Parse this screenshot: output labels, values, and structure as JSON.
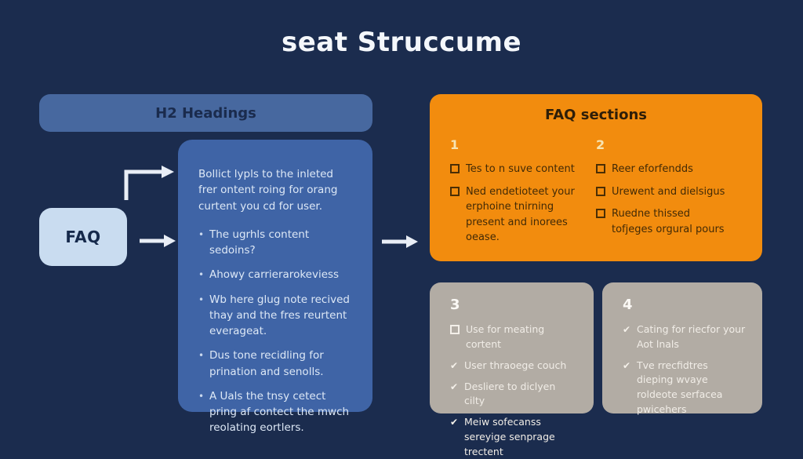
{
  "title": "seat Struccume",
  "colors": {
    "background": "#1b2c4e",
    "pill_blue": "#47689f",
    "box_blue": "#3f64a6",
    "chip_light_blue": "#c9dcf0",
    "orange": "#f28c0e",
    "gray": "#b2aca4",
    "arrow": "#e9eef6"
  },
  "h2_pill": {
    "label": "H2 Headings"
  },
  "faq_chip": {
    "label": "FAQ"
  },
  "blue_box": {
    "intro": "Bollict lypls to the inleted frer ontent roing for orang curtent you cd for user.",
    "bullets": [
      "The ugrhls content sedoins?",
      "Ahowy carrierarokeviess",
      "Wb here glug note recived thay and the fres reurtent everageat.",
      "Dus tone recidling for prination and senolls.",
      "A Uals the tnsy cetect pring af contect the mwch reolating eortlers."
    ]
  },
  "faq_sections": {
    "title": "FAQ sections",
    "columns": [
      {
        "number": "1",
        "items": [
          {
            "text": "Tes to n suve content"
          },
          {
            "text": "Ned endetioteet your erphoine tnirning present and inorees oease."
          }
        ]
      },
      {
        "number": "2",
        "items": [
          {
            "text": "Reer eforfendds"
          },
          {
            "text": "Urewent and dielsigus"
          },
          {
            "text": "Ruedne thissed tofjeges orgural pours"
          }
        ]
      }
    ]
  },
  "card3": {
    "number": "3",
    "items": [
      {
        "icon": "checkbox",
        "text": "Use for meating cortent"
      },
      {
        "icon": "check",
        "text": "User thraoege couch"
      },
      {
        "icon": "check",
        "text": "Desliere to diclyen cilty"
      },
      {
        "icon": "check",
        "text": "Meiw sofecanss sereyige senprage trectent"
      }
    ]
  },
  "card4": {
    "number": "4",
    "items": [
      {
        "icon": "check",
        "text": "Cating for riecfor your Aot lnals"
      },
      {
        "icon": "check",
        "text": "Tve rrecfidtres dieping wvaye roldeote serfacea pwicehers"
      }
    ]
  }
}
